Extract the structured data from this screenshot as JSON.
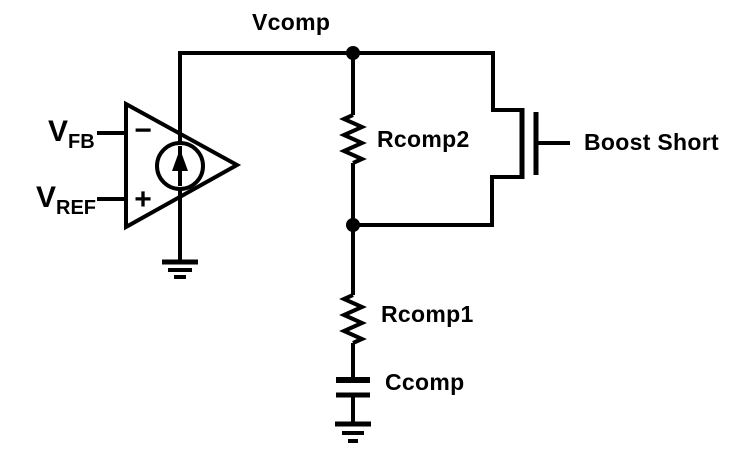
{
  "figure": {
    "type": "circuit-schematic"
  },
  "labels": {
    "vcomp": "Vcomp",
    "vfb": {
      "main": "V",
      "sub": "FB"
    },
    "vref": {
      "main": "V",
      "sub": "REF"
    },
    "amp_minus": "−",
    "amp_plus": "+",
    "rcomp2": "Rcomp2",
    "rcomp1": "Rcomp1",
    "ccomp": "Ccomp",
    "boost_short": "Boost Short"
  },
  "colors": {
    "line": "#000000",
    "text": "#000000",
    "background": "#ffffff"
  },
  "components": {
    "amplifier": "error-amplifier-with-current-source-output",
    "amplifier_inputs": {
      "inverting": "VFB",
      "non_inverting": "VREF"
    },
    "current_source": "current-source-arrow-up",
    "switch": "mosfet-boost-short",
    "resistors": [
      "Rcomp2",
      "Rcomp1"
    ],
    "capacitor": "Ccomp",
    "nodes": [
      "Vcomp",
      "Rcomp2-Rcomp1-junction"
    ],
    "grounds": 2
  }
}
